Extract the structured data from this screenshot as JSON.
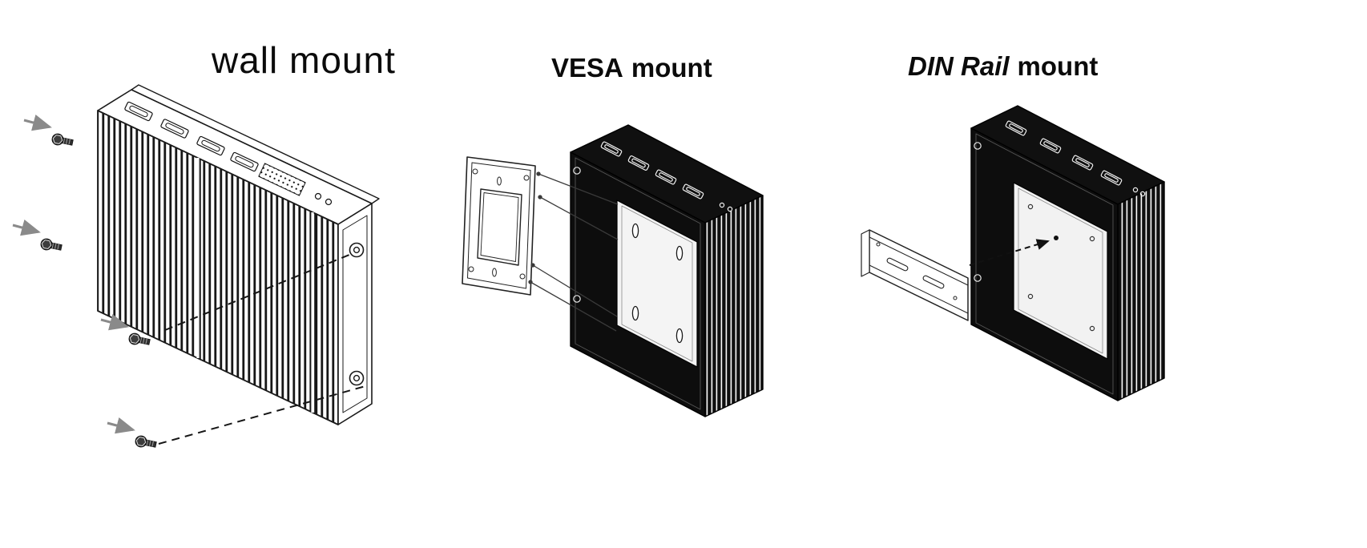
{
  "page": {
    "background": "#ffffff"
  },
  "colors": {
    "line": "#1a1a1a",
    "dark_body": "#0d0d0d",
    "arrow_gray": "#8a8a8a",
    "plate_light": "#f3f3f3"
  },
  "panels": {
    "wall": {
      "title": "wall mount"
    },
    "vesa": {
      "title_brand": "VESA",
      "title_rest": "mount"
    },
    "din": {
      "title_brand": "DIN Rail",
      "title_rest": "mount"
    }
  }
}
